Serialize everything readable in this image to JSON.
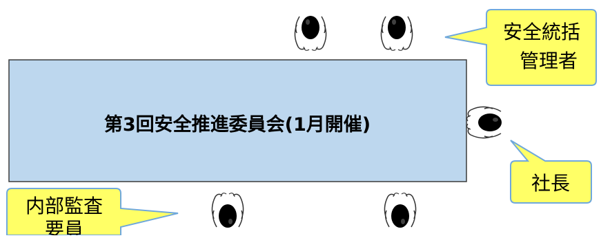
{
  "meeting": {
    "title": "第3回安全推進委員会(1月開催)"
  },
  "callouts": {
    "safety_manager": {
      "line1": "安全統括",
      "line2": "管理者"
    },
    "president": {
      "line1": "社長"
    },
    "internal_auditor": {
      "line1": "内部監査",
      "line2": "要員"
    }
  },
  "colors": {
    "table_fill": "#bdd7ee",
    "table_stroke": "#3a3a3a",
    "callout_fill": "#ffff66",
    "callout_stroke": "#6fa8dc",
    "person_head": "#000000",
    "person_outline": "#333333"
  },
  "icons": {
    "person": "person-top-view-icon"
  }
}
